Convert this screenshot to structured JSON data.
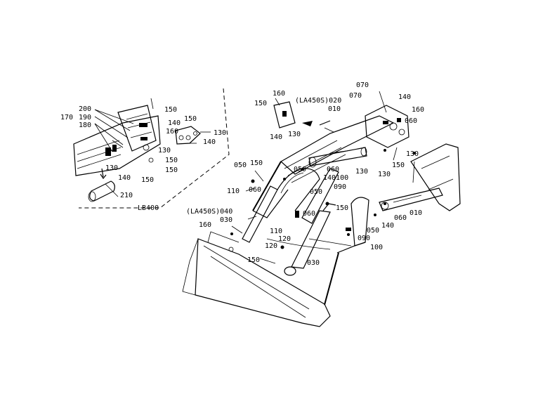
{
  "labels": {
    "l200": "200",
    "l170": "170",
    "l190": "190",
    "l180": "180",
    "l150a": "150",
    "l140a": "140",
    "l160a": "160",
    "l150b": "150",
    "l130a": "130",
    "l140b": "140",
    "l130b": "130",
    "l150c": "150",
    "l150d": "150",
    "l130c": "130",
    "l140c": "140",
    "l150e": "150",
    "l210": "210",
    "lLB400": "LB400",
    "l160b": "160",
    "l150f": "150",
    "lLA450S020": "(LA450S)020",
    "l010a": "010",
    "l140d": "140",
    "l130d": "130",
    "l070a": "070",
    "l070b": "070",
    "l140e": "140",
    "l160c": "160",
    "l060a": "060",
    "l130e": "130",
    "l050a": "050",
    "l150g": "150",
    "l050b": "050",
    "l060b": "060",
    "l140100": "140100",
    "l130f": "130",
    "l090a": "090",
    "l130g": "130",
    "l150h": "150",
    "l110a": "110",
    "l060c": "060",
    "l050c": "050",
    "l150i": "150",
    "lLA450S040": "(LA450S)040",
    "l030a": "030",
    "l160d": "160",
    "l060d": "060",
    "l110b": "110",
    "l120a": "120",
    "l120b": "120",
    "l010b": "010",
    "l060e": "060",
    "l140f": "140",
    "l050d": "050",
    "l090b": "090",
    "l100": "100",
    "l150j": "150",
    "l030b": "030"
  }
}
